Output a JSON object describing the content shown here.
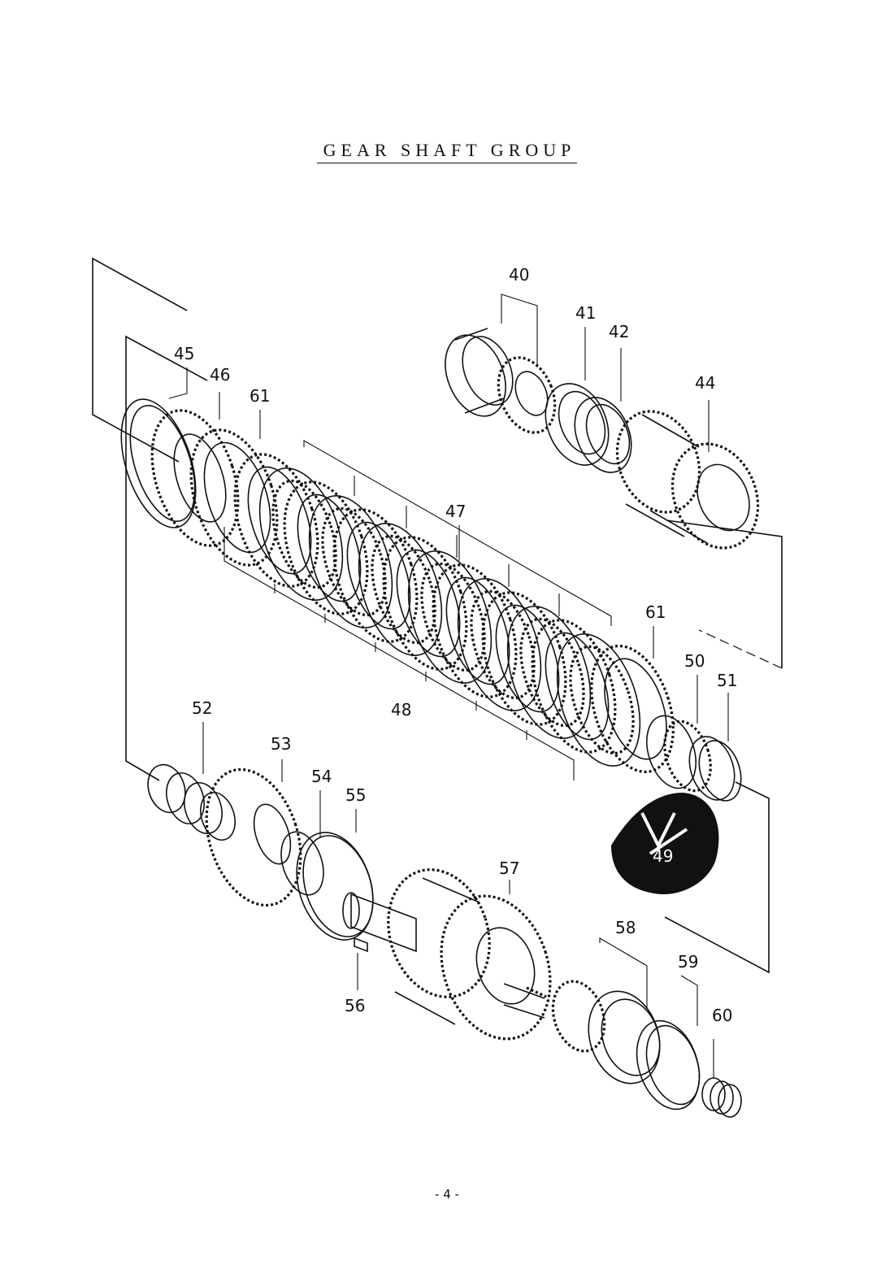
{
  "title": "GEAR SHAFT GROUP",
  "page_number": "- 4 -",
  "part_labels": {
    "p40": "40",
    "p41": "41",
    "p42": "42",
    "p44": "44",
    "p45": "45",
    "p46": "46",
    "p61a": "61",
    "p47": "47",
    "p48": "48",
    "p61b": "61",
    "p50": "50",
    "p51": "51",
    "p49": "49",
    "p52": "52",
    "p53": "53",
    "p54": "54",
    "p55": "55",
    "p57": "57",
    "p56": "56",
    "p58": "58",
    "p59": "59",
    "p60": "60"
  },
  "stamp": {
    "color": "#111111"
  }
}
